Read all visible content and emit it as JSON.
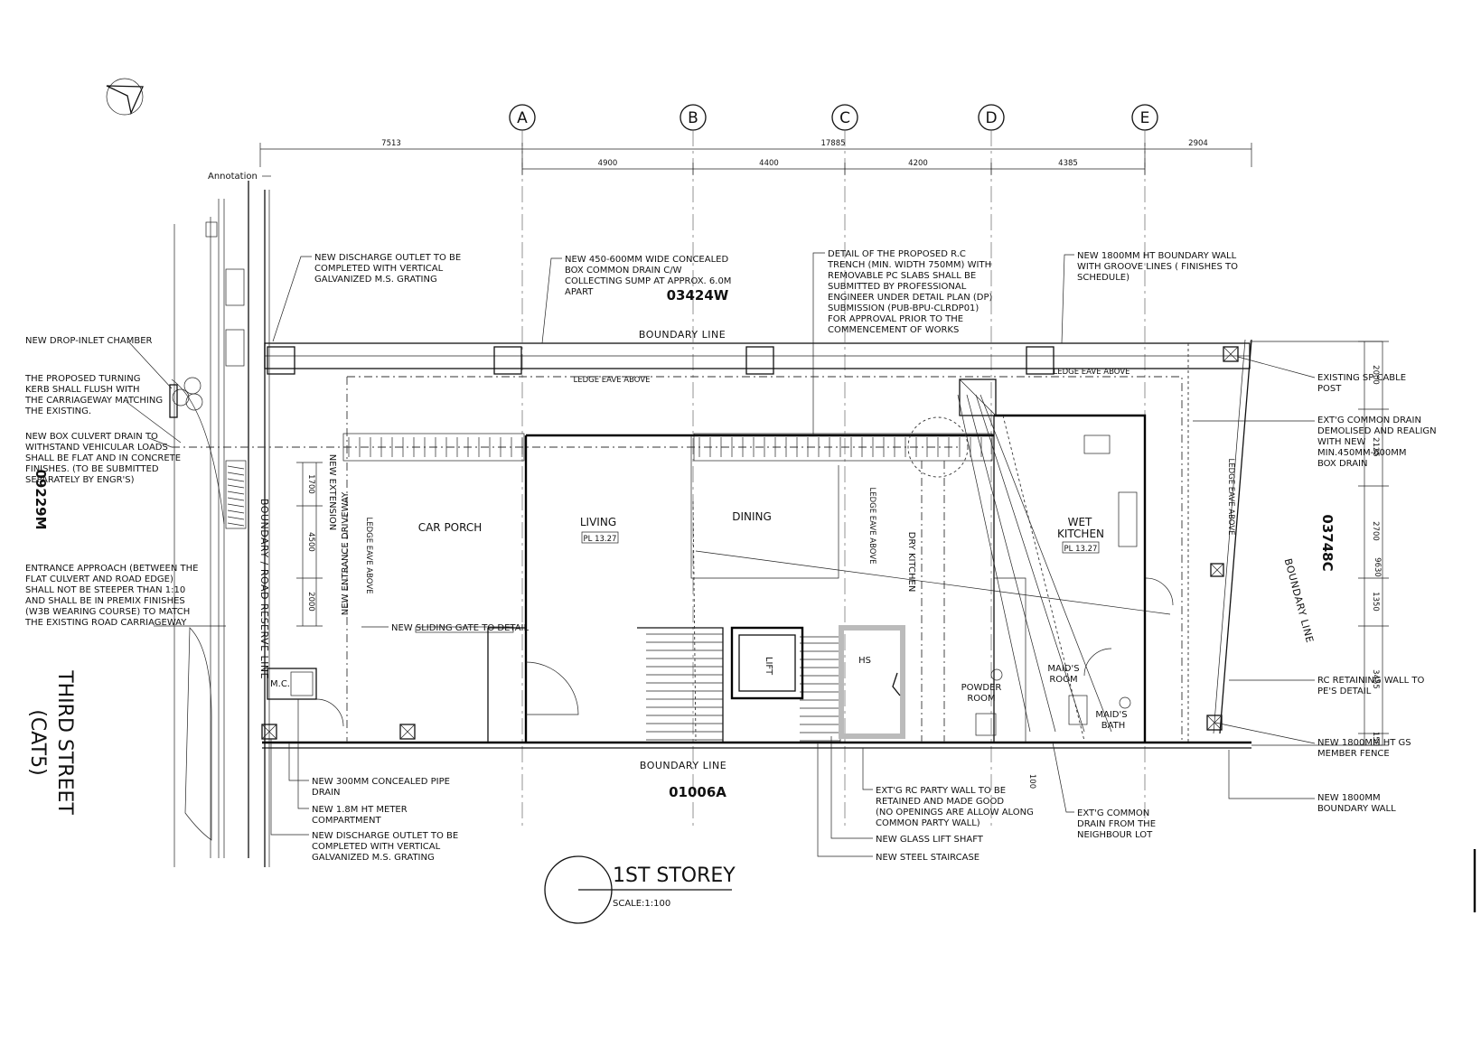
{
  "annotation_label": "Annotation",
  "grid": {
    "labels": [
      "A",
      "B",
      "C",
      "D",
      "E"
    ]
  },
  "dimensions": {
    "top_overall": [
      "7513",
      "17885",
      "2904"
    ],
    "top_bays": [
      "4900",
      "4400",
      "4200",
      "4385"
    ],
    "right_side": [
      "2000",
      "2125",
      "2700",
      "9630",
      "1350",
      "3455",
      "150"
    ],
    "driveway": [
      "1700",
      "4500",
      "2000"
    ],
    "misc": [
      "100"
    ]
  },
  "lots": {
    "north": "03424W",
    "south": "01006A",
    "east": "03748C",
    "west": "09229M"
  },
  "street": {
    "name": "THIRD STREET",
    "category": "(CAT5)"
  },
  "boundary": {
    "north": "BOUNDARY LINE",
    "south": "BOUNDARY LINE",
    "east": "BOUNDARY LINE",
    "road_reserve": "BOUNDARY / ROAD RESERVE LINE"
  },
  "rooms": {
    "car_porch": "CAR PORCH",
    "living": "LIVING",
    "living_pl": "PL 13.27",
    "dining": "DINING",
    "dry_kitchen": "DRY KITCHEN",
    "wet_kitchen_1": "WET",
    "wet_kitchen_2": "KITCHEN",
    "wet_kitchen_pl": "PL 13.27",
    "lift": "LIFT",
    "hs": "HS",
    "powder_room_1": "POWDER",
    "powder_room_2": "ROOM",
    "maids_room_1": "MAID'S",
    "maids_room_2": "ROOM",
    "maids_bath_1": "MAID'S",
    "maids_bath_2": "BATH",
    "mc": "M.C."
  },
  "inline_labels": {
    "ledge_eave_above": "LEDGE EAVE ABOVE",
    "new_entrance_driveway": "NEW ENTRANCE DRIVEWAY",
    "new_extension": "NEW EXTENSION"
  },
  "notes_left": [
    [
      "NEW DROP-INLET CHAMBER"
    ],
    [
      "THE PROPOSED TURNING",
      "KERB SHALL FLUSH WITH",
      "THE CARRIAGEWAY MATCHING",
      "THE EXISTING."
    ],
    [
      "NEW BOX CULVERT DRAIN TO",
      "WITHSTAND VEHICULAR LOADS",
      "SHALL BE FLAT AND IN CONCRETE",
      "FINISHES. (TO BE SUBMITTED",
      "SEPARATELY BY ENGR'S)"
    ],
    [
      "ENTRANCE APPROACH (BETWEEN THE",
      "FLAT CULVERT AND ROAD EDGE)",
      "SHALL NOT BE STEEPER THAN 1:10",
      "AND SHALL BE IN PREMIX FINISHES",
      "(W3B WEARING COURSE) TO MATCH",
      "THE EXISTING ROAD CARRIAGEWAY"
    ]
  ],
  "notes_top": [
    [
      "NEW DISCHARGE OUTLET TO BE",
      "COMPLETED WITH VERTICAL",
      "GALVANIZED M.S. GRATING"
    ],
    [
      "NEW 450-600MM WIDE CONCEALED",
      "BOX COMMON DRAIN C/W",
      "COLLECTING SUMP AT APPROX. 6.0M",
      "APART"
    ],
    [
      "DETAIL OF THE PROPOSED R.C",
      "TRENCH (MIN. WIDTH 750MM) WITH",
      "REMOVABLE PC SLABS SHALL BE",
      "SUBMITTED BY PROFESSIONAL",
      "ENGINEER UNDER DETAIL PLAN (DP)",
      "SUBMISSION (PUB-BPU-CLRDP01)",
      "FOR APPROVAL PRIOR TO THE",
      "COMMENCEMENT OF WORKS"
    ],
    [
      "NEW 1800MM HT BOUNDARY WALL",
      "WITH GROOVE LINES ( FINISHES TO",
      "SCHEDULE)"
    ]
  ],
  "notes_right": [
    [
      "EXISTING SP CABLE",
      "POST"
    ],
    [
      "EXT'G COMMON DRAIN",
      "DEMOLISED AND REALIGN",
      "WITH NEW",
      "MIN.450MM-600MM",
      "BOX DRAIN"
    ],
    [
      "RC RETAINING WALL TO",
      "PE'S DETAIL"
    ],
    [
      "NEW 1800MM HT GS",
      "MEMBER FENCE"
    ],
    [
      "NEW 1800MM",
      "BOUNDARY WALL"
    ]
  ],
  "notes_bottom": [
    [
      "NEW SLIDING GATE TO DETAIL"
    ],
    [
      "NEW 300MM CONCEALED PIPE",
      "DRAIN"
    ],
    [
      "NEW 1.8M HT METER",
      "COMPARTMENT"
    ],
    [
      "NEW DISCHARGE OUTLET TO BE",
      "COMPLETED WITH VERTICAL",
      "GALVANIZED M.S. GRATING"
    ],
    [
      "EXT'G RC PARTY WALL TO BE",
      "RETAINED AND MADE GOOD",
      "(NO OPENINGS ARE ALLOW ALONG",
      "COMMON PARTY WALL)"
    ],
    [
      "NEW GLASS LIFT SHAFT"
    ],
    [
      "NEW STEEL STAIRCASE"
    ],
    [
      "EXT'G COMMON",
      "DRAIN FROM THE",
      "NEIGHBOUR LOT"
    ]
  ],
  "title": {
    "name": "1ST STOREY",
    "scale": "SCALE:1:100"
  }
}
